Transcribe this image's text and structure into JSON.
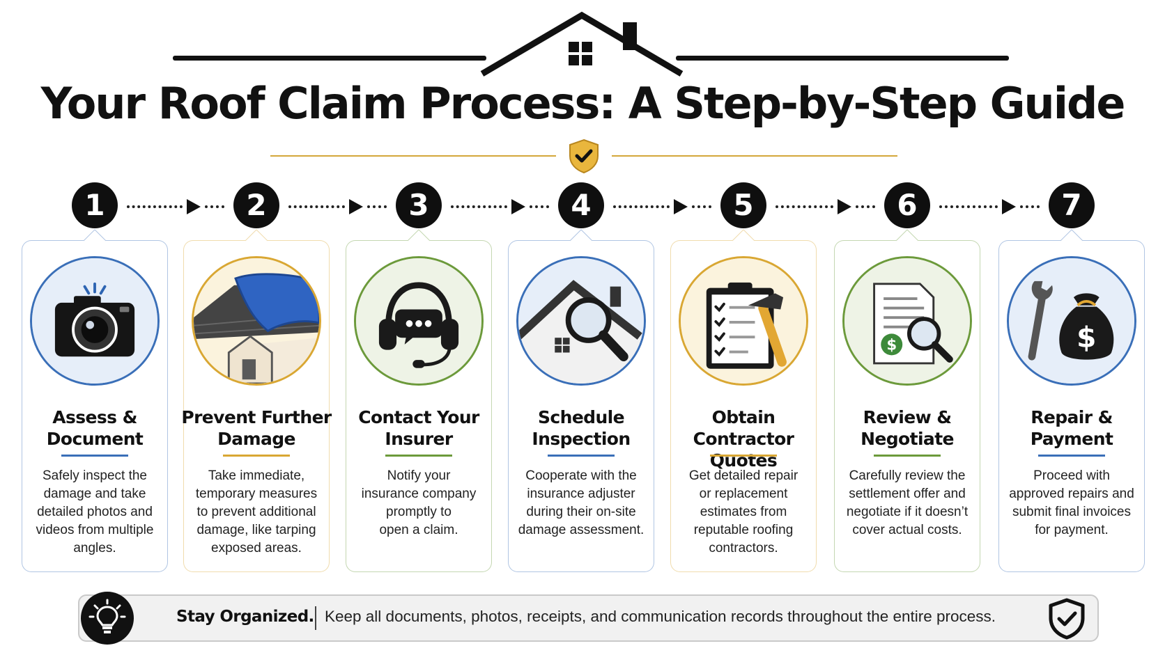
{
  "header": {
    "title": "Your Roof Claim Process: A Step-by-Step Guide"
  },
  "steps": [
    {
      "number": "1",
      "title_line1": "Assess &",
      "title_line2": "Document",
      "desc": [
        "Safely inspect the",
        "damage and take",
        "detailed photos and",
        "videos from multiple",
        "angles."
      ],
      "icon": "camera-icon",
      "accent": "#3a6fb8"
    },
    {
      "number": "2",
      "title_line1": "Prevent Further",
      "title_line2": "Damage",
      "desc": [
        "Take immediate,",
        "temporary measures",
        "to prevent additional",
        "damage, like tarping",
        "exposed areas."
      ],
      "icon": "tarped-roof-icon",
      "accent": "#d9a733"
    },
    {
      "number": "3",
      "title_line1": "Contact Your",
      "title_line2": "Insurer",
      "desc": [
        "Notify your",
        "insurance company",
        "promptly to",
        "open a claim.",
        ""
      ],
      "icon": "headset-icon",
      "accent": "#6c9a3b"
    },
    {
      "number": "4",
      "title_line1": "Schedule",
      "title_line2": "Inspection",
      "desc": [
        "Cooperate with the",
        "insurance adjuster",
        "during their on-site",
        "damage assessment.",
        ""
      ],
      "icon": "roof-magnifier-icon",
      "accent": "#3a6fb8"
    },
    {
      "number": "5",
      "title_line1": "Obtain",
      "title_line2": "Contractor Quotes",
      "desc": [
        "Get detailed repair",
        "or replacement",
        "estimates from",
        "reputable roofing",
        "contractors."
      ],
      "icon": "clipboard-hammer-icon",
      "accent": "#d9a733"
    },
    {
      "number": "6",
      "title_line1": "Review &",
      "title_line2": "Negotiate",
      "desc": [
        "Carefully review the",
        "settlement offer and",
        "negotiate if it doesn’t",
        "cover actual costs.",
        ""
      ],
      "icon": "document-review-icon",
      "accent": "#6c9a3b"
    },
    {
      "number": "7",
      "title_line1": "Repair &",
      "title_line2": "Payment",
      "desc": [
        "Proceed with",
        "approved repairs and",
        "submit final invoices",
        "for payment.",
        ""
      ],
      "icon": "wrench-money-bag-icon",
      "accent": "#3a6fb8"
    }
  ],
  "footer": {
    "lead": "Stay Organized.",
    "text": "Keep all documents, photos, receipts, and communication records throughout the entire process."
  }
}
